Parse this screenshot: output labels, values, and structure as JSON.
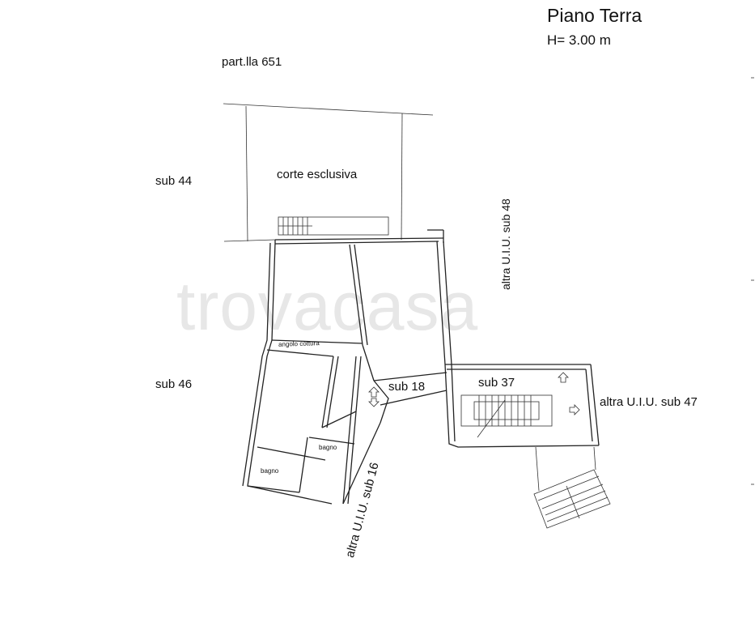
{
  "title": "Piano Terra",
  "height": "H= 3.00 m",
  "labels": {
    "part": "part.lla 651",
    "sub44": "sub 44",
    "sub46": "sub 46",
    "corte": "corte esclusiva",
    "sub48": "altra U.I.U. sub 48",
    "sub18": "sub 18",
    "sub37": "sub 37",
    "sub47": "altra U.I.U. sub 47",
    "sub16": "altra U.I.U. sub 16",
    "angolo": "angolo cottura",
    "bagno1": "bagno",
    "bagno2": "bagno"
  },
  "watermark": "trovacasa"
}
